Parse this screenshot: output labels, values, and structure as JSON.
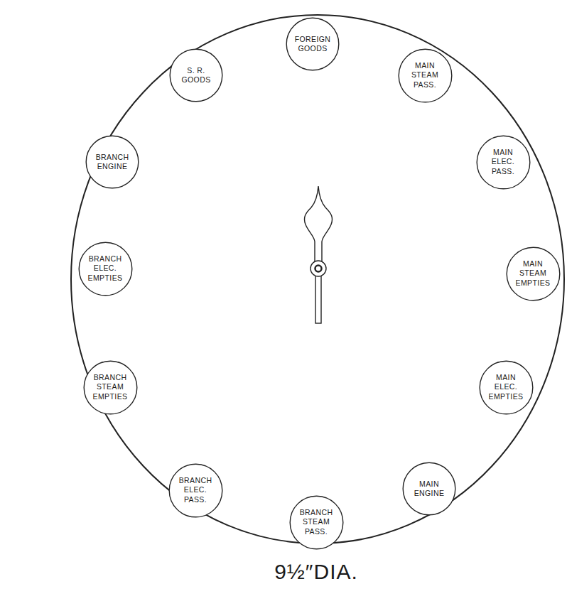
{
  "diagram": {
    "nodes": [
      {
        "text": [
          "FOREIGN GOODS"
        ]
      },
      {
        "text": [
          "MAIN STEAM PASS."
        ]
      },
      {
        "text": [
          "MAIN ELEC. PASS."
        ]
      },
      {
        "text": [
          "MAIN STEAM EMPTIES"
        ]
      },
      {
        "text": [
          "MAIN ELEC. EMPTIES"
        ]
      },
      {
        "text": [
          "MAIN ENGINE"
        ]
      },
      {
        "text": [
          "BRANCH STEAM PASS."
        ]
      },
      {
        "text": [
          "BRANCH ELEC. PASS."
        ]
      },
      {
        "text": [
          "BRANCH STEAM EMPTIES"
        ]
      },
      {
        "text": [
          "BRANCH ELEC. EMPTIES"
        ]
      },
      {
        "text": [
          "BRANCH ENGINE"
        ]
      },
      {
        "text": [
          "S. R. GOODS"
        ]
      }
    ],
    "labels": [
      "9½″DIA."
    ]
  }
}
